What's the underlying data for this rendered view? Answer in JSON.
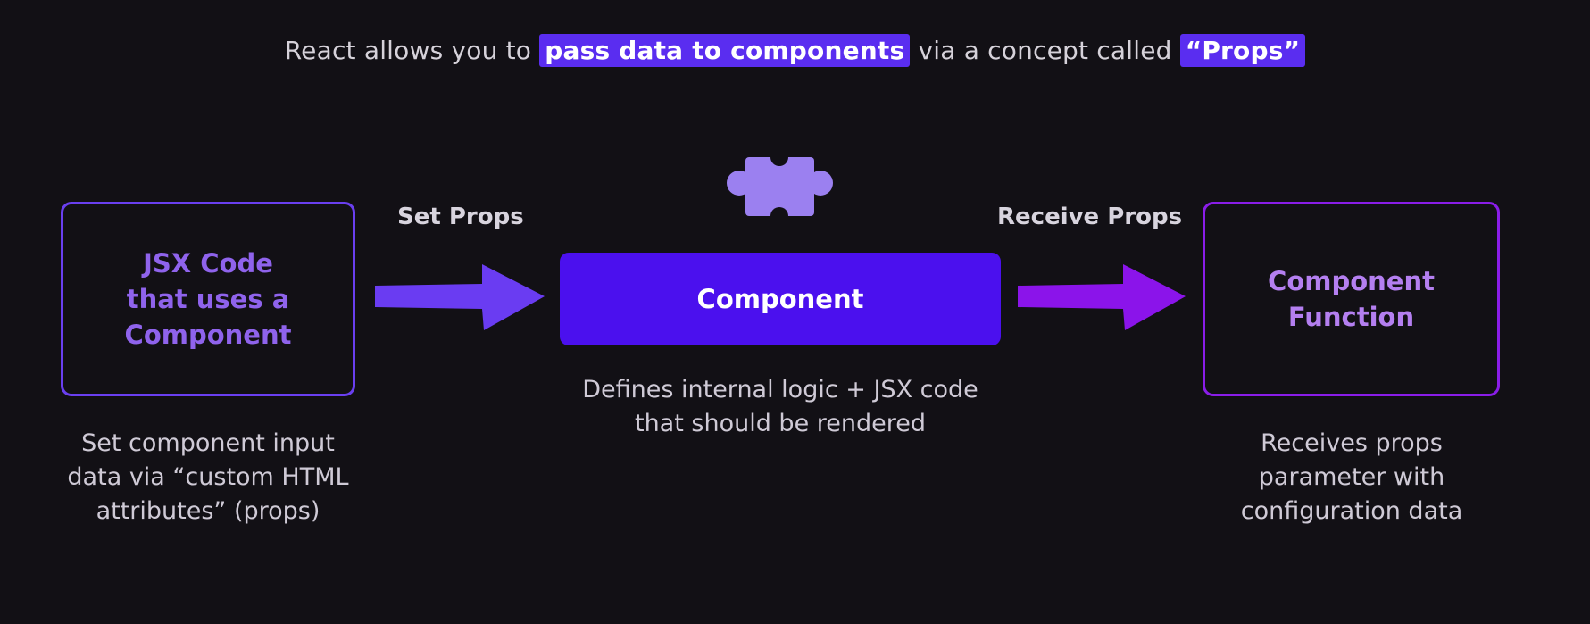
{
  "headline": {
    "part1": "React allows you to ",
    "highlight1": "pass data to components",
    "part2": " via a concept called ",
    "highlight2": "“Props”"
  },
  "left": {
    "box_title": "JSX Code\nthat uses a\nComponent",
    "description": "Set component input\ndata via “custom HTML\nattributes” (props)"
  },
  "arrows": {
    "left_label": "Set Props",
    "right_label": "Receive Props"
  },
  "center": {
    "box_title": "Component",
    "description": "Defines internal logic + JSX code\nthat should be rendered"
  },
  "right": {
    "box_title": "Component\nFunction",
    "description": "Receives props\nparameter with\nconfiguration data"
  },
  "colors": {
    "background": "#121015",
    "highlight": "#5a2df0",
    "left_border": "#6a3ff0",
    "center_fill": "#4b10ee",
    "right_border": "#8a1de8",
    "puzzle": "#9b80f0"
  }
}
